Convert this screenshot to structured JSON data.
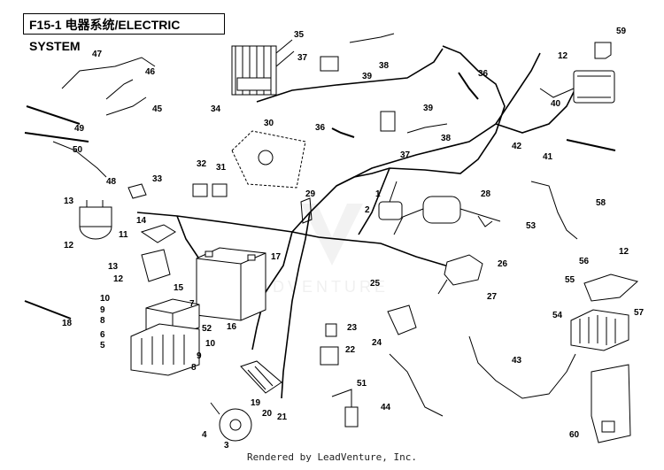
{
  "title": "F15-1 电器系统/ELECTRIC SYSTEM",
  "watermark": "LEADVENTURE",
  "footer": "Rendered by LeadVenture, Inc.",
  "callouts": [
    "1",
    "2",
    "3",
    "4",
    "5",
    "6",
    "7",
    "8",
    "9",
    "10",
    "11",
    "12",
    "13",
    "14",
    "15",
    "16",
    "17",
    "18",
    "19",
    "20",
    "21",
    "22",
    "23",
    "24",
    "25",
    "26",
    "27",
    "28",
    "29",
    "30",
    "31",
    "32",
    "33",
    "34",
    "35",
    "36",
    "37",
    "38",
    "39",
    "40",
    "41",
    "42",
    "43",
    "44",
    "45",
    "46",
    "47",
    "48",
    "49",
    "50",
    "51",
    "52",
    "53",
    "54",
    "55",
    "56",
    "57",
    "58",
    "59",
    "60"
  ]
}
